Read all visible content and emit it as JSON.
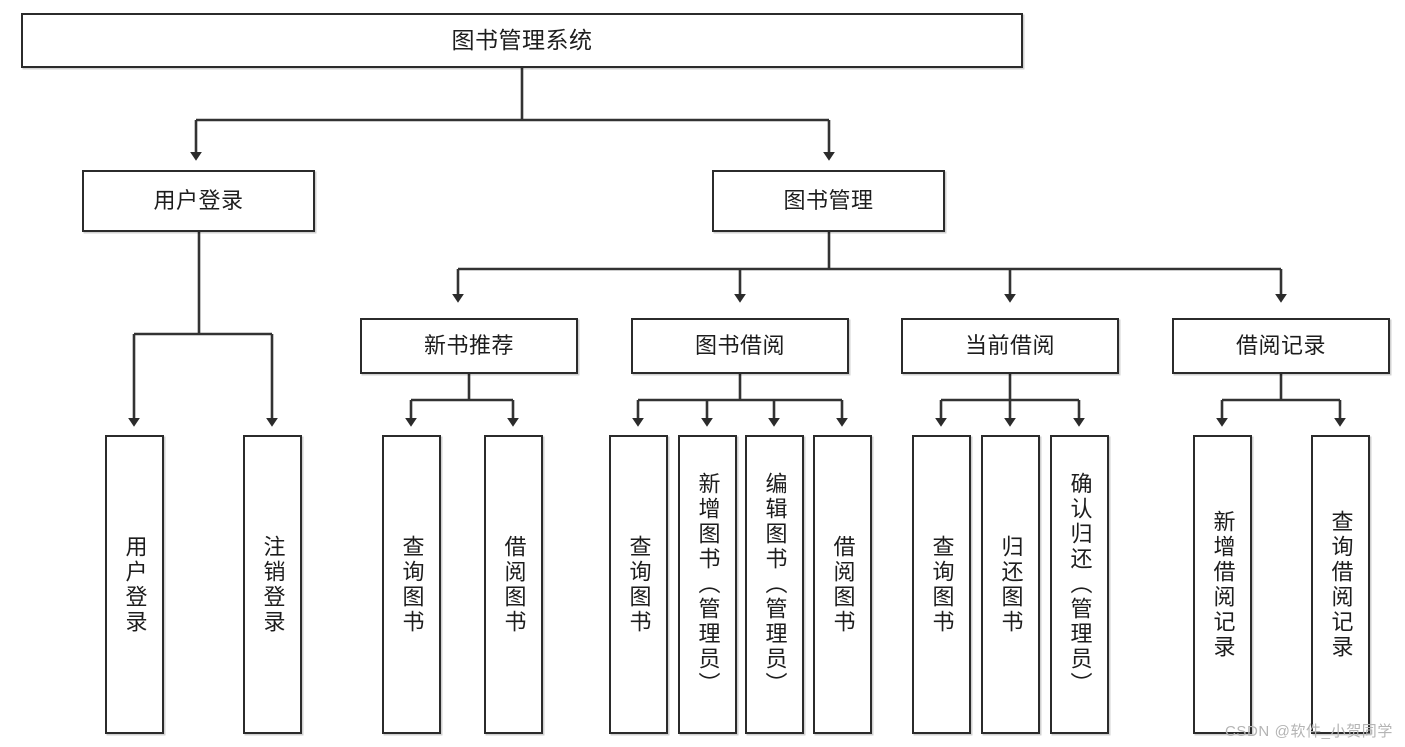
{
  "diagram": {
    "title": "图书管理系统",
    "type": "tree-hierarchy-diagram",
    "colors": {
      "box_border": "#2b2b2b",
      "box_fill": "#ffffff",
      "connector": "#333333",
      "text": "#1d1d1d",
      "watermark": "#b4b4b4"
    },
    "root": {
      "label": "图书管理系统"
    },
    "level2": [
      {
        "label": "用户登录"
      },
      {
        "label": "图书管理"
      }
    ],
    "level3": [
      {
        "label": "新书推荐"
      },
      {
        "label": "图书借阅"
      },
      {
        "label": "当前借阅"
      },
      {
        "label": "借阅记录"
      }
    ],
    "leaves": {
      "user_login": [
        {
          "label": "用户登录"
        },
        {
          "label": "注销登录"
        }
      ],
      "new_book_recommend": [
        {
          "label": "查询图书"
        },
        {
          "label": "借阅图书"
        }
      ],
      "book_borrow": [
        {
          "label": "查询图书"
        },
        {
          "label": "新增图书（管理员）"
        },
        {
          "label": "编辑图书（管理员）"
        },
        {
          "label": "借阅图书"
        }
      ],
      "current_borrow": [
        {
          "label": "查询图书"
        },
        {
          "label": "归还图书"
        },
        {
          "label": "确认归还（管理员）"
        }
      ],
      "borrow_record": [
        {
          "label": "新增借阅记录"
        },
        {
          "label": "查询借阅记录"
        }
      ]
    }
  },
  "watermark": {
    "text": "CSDN @软件_小贺同学"
  }
}
